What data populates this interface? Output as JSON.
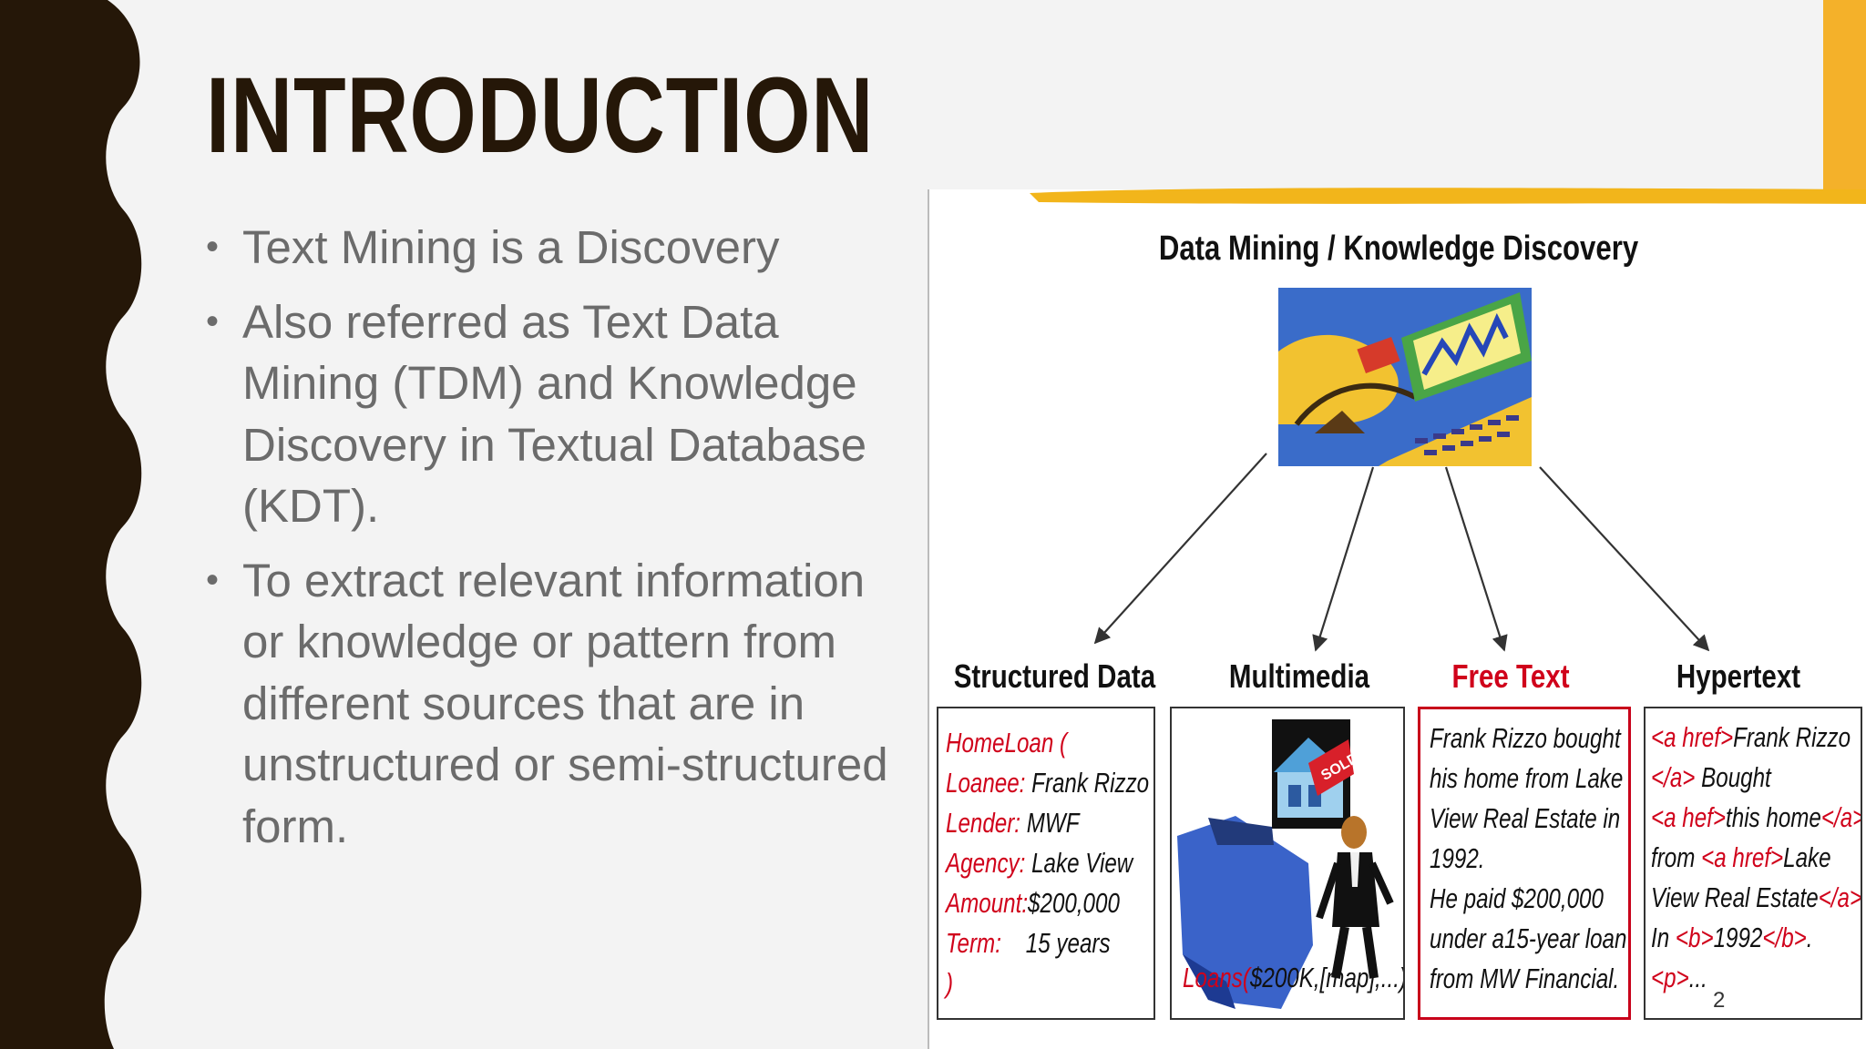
{
  "slide": {
    "title": "INTRODUCTION",
    "bullets": [
      "Text Mining is a Discovery",
      "Also referred as Text Data Mining (TDM) and Knowledge Discovery in Textual Database (KDT).",
      "To extract relevant information or knowledge or pattern from different sources that are in unstructured or semi-structured form."
    ],
    "page_number": "2",
    "colors": {
      "dark_band": "#251708",
      "accent": "#f4b12a",
      "body_text": "#6b6b6b"
    }
  },
  "figure": {
    "title": "Data Mining / Knowledge Discovery",
    "categories": {
      "structured": "Structured Data",
      "multimedia": "Multimedia",
      "free_text": "Free Text",
      "hypertext": "Hypertext"
    },
    "structured_box": {
      "head": "HomeLoan (",
      "loanee_key": "Loanee:",
      "loanee_val": "Frank Rizzo",
      "lender_key": "Lender:",
      "lender_val": "MWF",
      "agency_key": "Agency:",
      "agency_val": "Lake View",
      "amount_key": "Amount:",
      "amount_val": "$200,000",
      "term_key": "Term:",
      "term_val": "15 years",
      "close": ")"
    },
    "multimedia_box": {
      "caption_red": "Loans(",
      "caption_black": "$200K,[map],...)",
      "sign": "SOLD"
    },
    "free_text_box": {
      "lines": [
        " Frank Rizzo bought",
        "his home from Lake",
        "View Real Estate in",
        "1992.",
        " He paid $200,000",
        "under a15-year loan",
        "from MW Financial."
      ]
    },
    "hypertext_box": {
      "l1_tag": "<a href>",
      "l1_text": "Frank Rizzo",
      "l2_tag": "</a>",
      "l2_text": " Bought",
      "l3_tag": "<a hef>",
      "l3_text": "this home",
      "l3_tag2": "</a>",
      "l4_text": "from ",
      "l4_tag": "<a href>",
      "l4_text2": "Lake",
      "l5_text": "View Real Estate",
      "l5_tag": "</a>",
      "l6_text": "In ",
      "l6_tag": "<b>",
      "l6_text2": "1992",
      "l6_tag2": "</b>",
      "l6_text3": ".",
      "l7_tag": "<p>",
      "l7_text": "..."
    },
    "icons": [
      "computer-chart-icon",
      "house-sold-icon",
      "businessman-icon",
      "map-icon"
    ]
  }
}
